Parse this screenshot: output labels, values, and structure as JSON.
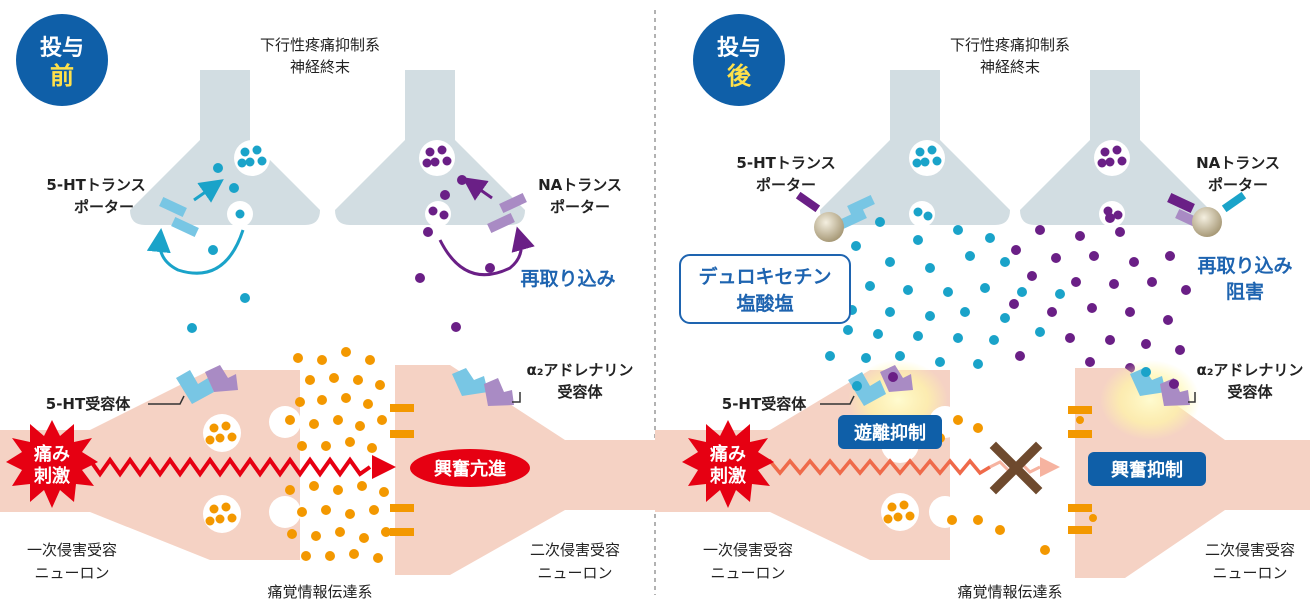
{
  "colors": {
    "badge_bg": "#0f5fa8",
    "badge_accent": "#ffe14a",
    "label_blue": "#1e64b0",
    "serotonin": "#1aa3c9",
    "noradrenaline": "#6a1f86",
    "substance_p": "#f39800",
    "neuron_body": "#f5d2c4",
    "nerve_terminal": "#d2dde2",
    "excitation_red": "#e60012",
    "receptor_blue": "#78c6e4",
    "receptor_purple": "#a98bc4",
    "cross_brown": "#6e4a2e"
  },
  "left": {
    "badge_line1": "投与",
    "badge_line2": "前",
    "terminal_label_line1": "下行性疼痛抑制系",
    "terminal_label_line2": "神経終末",
    "ht_transporter_line1": "5-HTトランス",
    "ht_transporter_line2": "ポーター",
    "na_transporter_line1": "NAトランス",
    "na_transporter_line2": "ポーター",
    "reuptake": "再取り込み",
    "alpha2_line1": "α₂アドレナリン",
    "alpha2_line2": "受容体",
    "ht_receptor": "5-HT受容体",
    "pain_line1": "痛み",
    "pain_line2": "刺激",
    "excitation": "興奮亢進",
    "primary_line1": "一次侵害受容",
    "primary_line2": "ニューロン",
    "secondary_line1": "二次侵害受容",
    "secondary_line2": "ニューロン",
    "pathway": "痛覚情報伝達系"
  },
  "right": {
    "badge_line1": "投与",
    "badge_line2": "後",
    "terminal_label_line1": "下行性疼痛抑制系",
    "terminal_label_line2": "神経終末",
    "ht_transporter_line1": "5-HTトランス",
    "ht_transporter_line2": "ポーター",
    "na_transporter_line1": "NAトランス",
    "na_transporter_line2": "ポーター",
    "drug_line1": "デュロキセチン",
    "drug_line2": "塩酸塩",
    "reuptake_inhibit_line1": "再取り込み",
    "reuptake_inhibit_line2": "阻害",
    "alpha2_line1": "α₂アドレナリン",
    "alpha2_line2": "受容体",
    "ht_receptor": "5-HT受容体",
    "release_inhibit": "遊離抑制",
    "pain_line1": "痛み",
    "pain_line2": "刺激",
    "excitation_inhibit": "興奮抑制",
    "primary_line1": "一次侵害受容",
    "primary_line2": "ニューロン",
    "secondary_line1": "二次侵害受容",
    "secondary_line2": "ニューロン",
    "pathway": "痛覚情報伝達系"
  }
}
